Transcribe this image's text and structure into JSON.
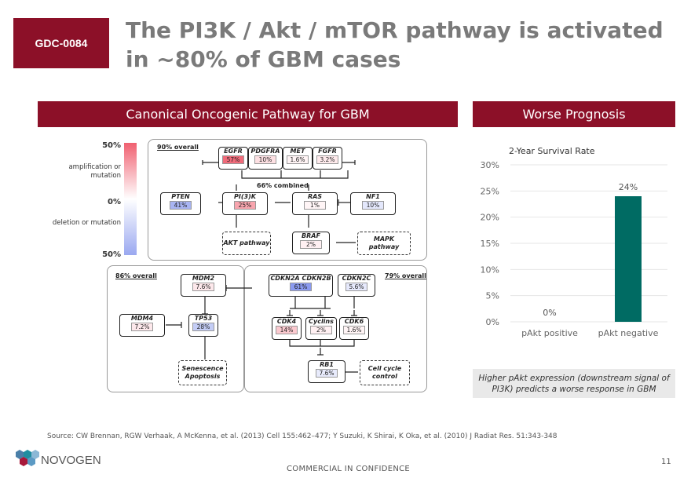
{
  "tag": "GDC-0084",
  "title": "The PI3K / Akt / mTOR pathway is activated in ~80% of GBM cases",
  "left_header": "Canonical Oncogenic Pathway for GBM",
  "right_header": "Worse Prognosis",
  "legend": {
    "top": "50%",
    "amp": "amplification or mutation",
    "mid": "0%",
    "del": "deletion or mutation",
    "bottom": "50%"
  },
  "diagram": {
    "g1_label": "90% overall",
    "combined": "66% combined",
    "g2_label": "86% overall",
    "g3_label": "79% overall",
    "nodes": {
      "egfr": {
        "name": "EGFR",
        "val": "57%"
      },
      "pdgfra": {
        "name": "PDGFRA",
        "val": "10%"
      },
      "met": {
        "name": "MET",
        "val": "1.6%"
      },
      "fgfr": {
        "name": "FGFR",
        "val": "3.2%"
      },
      "pten": {
        "name": "PTEN",
        "val": "41%"
      },
      "pi3k": {
        "name": "PI(3)K",
        "val": "25%"
      },
      "ras": {
        "name": "RAS",
        "val": "1%"
      },
      "nf1": {
        "name": "NF1",
        "val": "10%"
      },
      "akt": {
        "name": "AKT pathway"
      },
      "braf": {
        "name": "BRAF",
        "val": "2%"
      },
      "mapk": {
        "name": "MAPK pathway"
      },
      "mdm2": {
        "name": "MDM2",
        "val": "7.6%"
      },
      "mdm4": {
        "name": "MDM4",
        "val": "7.2%"
      },
      "tp53": {
        "name": "TP53",
        "val": "28%"
      },
      "senescence": {
        "name": "Senescence Apoptosis"
      },
      "cdkn2a": {
        "name": "CDKN2A"
      },
      "cdkn2b": {
        "name": "CDKN2B"
      },
      "cdkn2ab_val": "61%",
      "cdkn2c": {
        "name": "CDKN2C",
        "val": "5.6%"
      },
      "cdk4": {
        "name": "CDK4",
        "val": "14%"
      },
      "cyclins": {
        "name": "Cyclins",
        "val": "2%"
      },
      "cdk6": {
        "name": "CDK6",
        "val": "1.6%"
      },
      "rb1": {
        "name": "RB1",
        "val": "7.6%"
      },
      "cellcycle": {
        "name": "Cell cycle control"
      }
    }
  },
  "chart_data": {
    "type": "bar",
    "title": "2-Year Survival Rate",
    "categories": [
      "pAkt positive",
      "pAkt negative"
    ],
    "values": [
      0,
      24
    ],
    "value_labels": [
      "0%",
      "24%"
    ],
    "yticks": [
      "0%",
      "5%",
      "10%",
      "15%",
      "20%",
      "25%",
      "30%"
    ],
    "ylim": [
      0,
      30
    ],
    "bar_color": "#006b63",
    "grid": true
  },
  "caption": "Higher pAkt expression (downstream signal of PI3K) predicts a worse response in GBM",
  "source": "Source: CW Brennan, RGW Verhaak, A McKenna, et al. (2013) Cell 155:462–477; Y Suzuki, K Shirai, K Oka, et al. (2010) J Radiat Res. 51:343-348",
  "logo": "NOVOGEN",
  "footer": "COMMERCIAL IN CONFIDENCE",
  "page_number": "11",
  "colors": {
    "brand": "#8c1028",
    "bar": "#006b63",
    "caption_bg": "#e9e9e9"
  }
}
